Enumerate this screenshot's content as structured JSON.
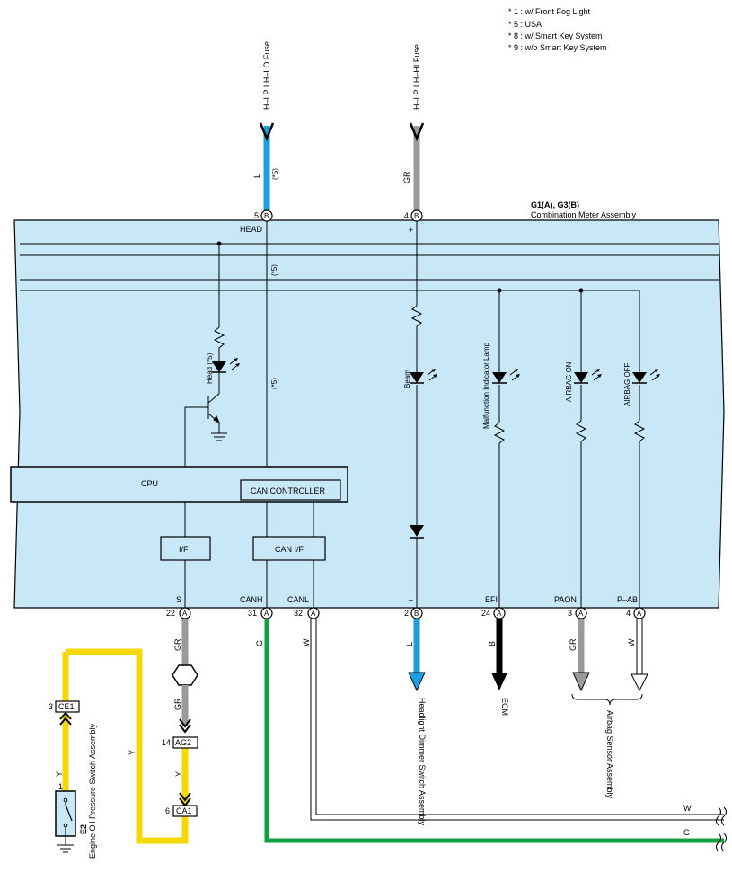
{
  "notes": [
    "* 1 : w/ Front Fog Light",
    "* 5 : USA",
    "* 8 : w/ Smart Key System",
    "* 9 : w/o Smart Key System"
  ],
  "assembly": {
    "code": "G1(A), G3(B)",
    "name": "Combination Meter Assembly"
  },
  "fuses": {
    "lo": "H–LP LH–LO Fuse",
    "hi": "H–LP LH–HI Fuse"
  },
  "top_pins": {
    "head_num": "5",
    "beam_num": "4",
    "b": "B"
  },
  "wire_colors": {
    "L": "L",
    "GR": "GR",
    "G": "G",
    "W": "W",
    "B": "B",
    "Y": "Y",
    "note5": "(*5)"
  },
  "internal": {
    "head_label": "HEAD",
    "plus": "+",
    "minus": "–",
    "head_lamp": "Head (*5)",
    "beam": "Beam",
    "mil": "Malfunction Indicator Lamp",
    "airbag_on": "AIRBAG ON",
    "airbag_off": "AIRBAG OFF",
    "cpu": "CPU",
    "can_controller": "CAN CONTROLLER",
    "if": "I/F",
    "can_if": "CAN I/F"
  },
  "bottom_pins": {
    "s": {
      "label": "S",
      "num": "22",
      "conn": "A"
    },
    "canh": {
      "label": "CANH",
      "num": "31",
      "conn": "A"
    },
    "canl": {
      "label": "CANL",
      "num": "32",
      "conn": "A"
    },
    "minus": {
      "label": "–",
      "num": "2",
      "conn": "B"
    },
    "efi": {
      "label": "EFI",
      "num": "24",
      "conn": "A"
    },
    "paon": {
      "label": "PAON",
      "num": "3",
      "conn": "A"
    },
    "pab": {
      "label": "P–AB",
      "num": "4",
      "conn": "A"
    }
  },
  "connectors": {
    "ce1": {
      "name": "CE1",
      "pin": "3"
    },
    "ag2": {
      "name": "AG2",
      "pin": "14"
    },
    "ca1": {
      "name": "CA1",
      "pin": "6"
    }
  },
  "destinations": {
    "dimmer": "Headlight Dimmer Switch Assembly",
    "ecm": "ECM",
    "airbag": "Airbag Sensor Assembly",
    "oil_code": "E2",
    "oil_pin": "1",
    "oil_name": "Engine Oil Pressure Switch Assembly"
  },
  "colors": {
    "panel": "#c8e8f8",
    "blue_wire": "#1aa0e0",
    "gray_wire": "#9a9a9a",
    "green_wire": "#10a040",
    "yellow_wire": "#f5d800",
    "black_wire": "#000000"
  }
}
